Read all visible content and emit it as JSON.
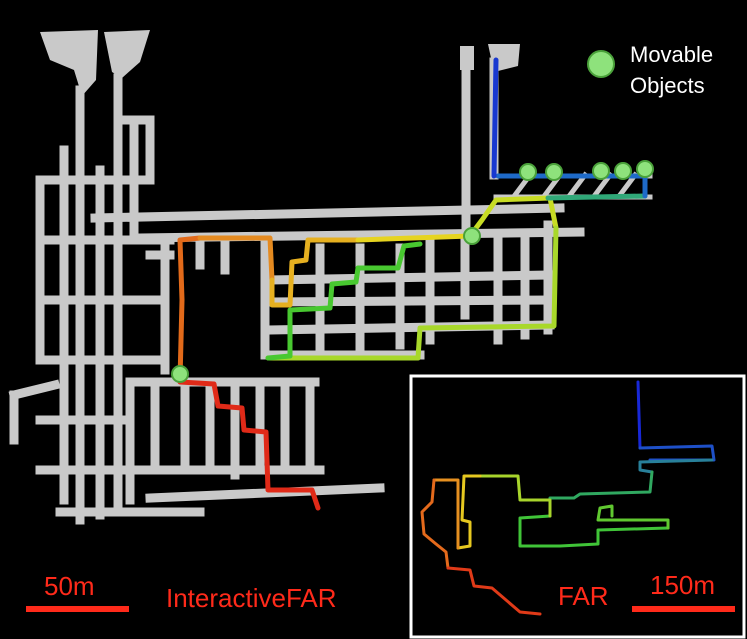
{
  "legend": {
    "line1": "Movable",
    "line2": "Objects",
    "marker_color": "#8ee27c"
  },
  "main_panel": {
    "method_label": "InteractiveFAR",
    "scale_label": "50m",
    "label_color": "#ff2a1a"
  },
  "inset_panel": {
    "method_label": "FAR",
    "scale_label": "150m",
    "label_color": "#ff2a1a",
    "border_color": "#ffffff"
  }
}
